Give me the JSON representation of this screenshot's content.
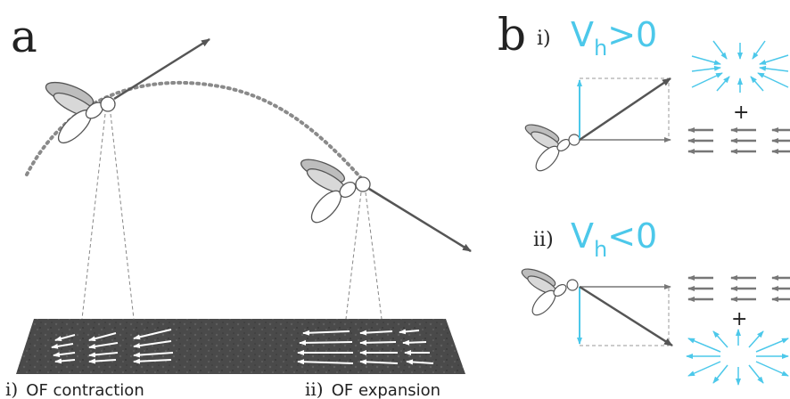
{
  "panels": {
    "a": {
      "label": "a",
      "captions": [
        {
          "num": "i)",
          "text": "OF contraction"
        },
        {
          "num": "ii)",
          "text": "OF expansion"
        }
      ]
    },
    "b": {
      "label": "b",
      "conditions": [
        {
          "num": "i)",
          "symbol": "V",
          "subscript": "h",
          "relation": ">0"
        },
        {
          "num": "ii)",
          "symbol": "V",
          "subscript": "h",
          "relation": "<0"
        }
      ],
      "plus_sign": "+"
    }
  },
  "colors": {
    "accent": "#4cc8ea",
    "arrow_dark": "#555555",
    "ground": "#4a4a4a",
    "ink": "#222222"
  }
}
